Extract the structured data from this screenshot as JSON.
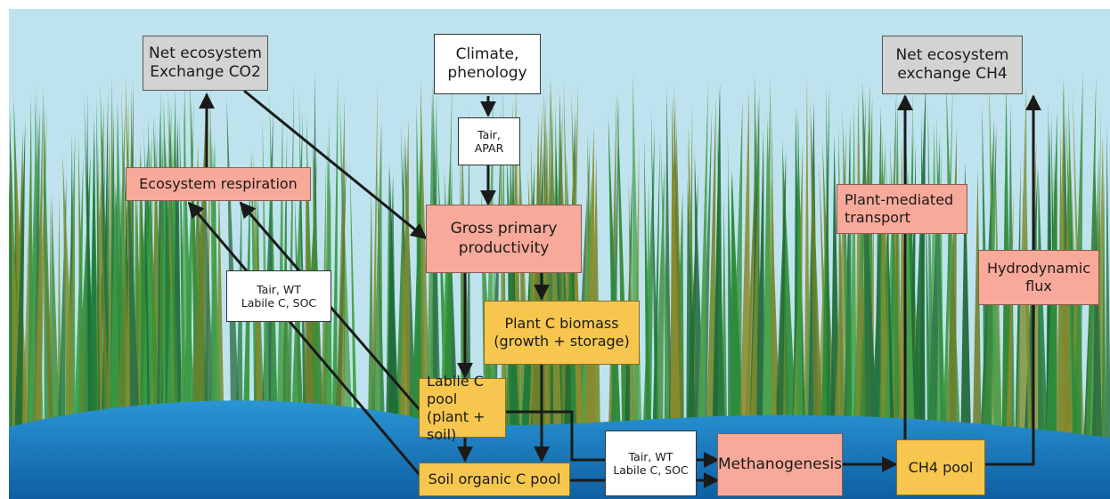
{
  "nodes": {
    "nee_co2": "Net ecosystem\nExchange CO2",
    "climate": "Climate,\nphenology",
    "nee_ch4": "Net ecosystem\nexchange CH4",
    "tair_apar": "Tair,\nAPAR",
    "eco_resp": "Ecosystem respiration",
    "gpp": "Gross primary\nproductivity",
    "plant_transport": "Plant-mediated\ntransport",
    "hydro_flux": "Hydrodynamic\nflux",
    "tair_left": "Tair, WT\nLabile C, SOC",
    "plant_biomass": "Plant C biomass\n(growth + storage)",
    "labile_pool": "Labile C pool\n(plant + soil)",
    "soil_pool": "Soil organic C pool",
    "tair_right": "Tair, WT\nLabile C, SOC",
    "methanogenesis": "Methanogenesis",
    "ch4_pool": "CH4 pool"
  },
  "colors": {
    "sky": "#bfe3ee",
    "water": "#1f7fc0",
    "grass": "#2e8b3a",
    "input_box": "#ffffff",
    "output_box": "#d3d3d3",
    "process_box": "#f8a99a",
    "pool_box": "#f6c64f"
  }
}
